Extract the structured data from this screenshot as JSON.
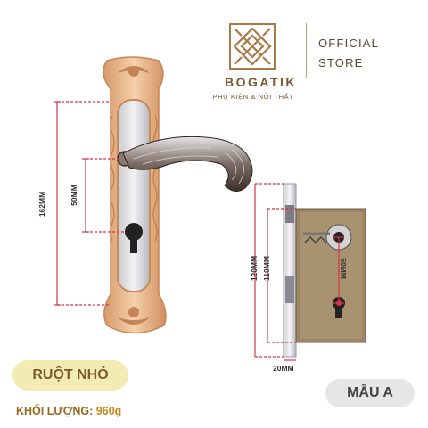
{
  "brand": {
    "name": "BOGATIK",
    "tagline": "PHỤ KIỆN & NỘI THẤT",
    "official_line1": "OFFICIAL",
    "official_line2": "STORE"
  },
  "dimensions": {
    "handle_total": "162MM",
    "handle_spacing": "50MM",
    "lock_height_outer": "120MM",
    "lock_height_inner": "110MM",
    "lock_backset": "50MM",
    "lock_faceplate_width": "20MM"
  },
  "badges": {
    "core_type": "RUỘT NHỎ",
    "model": "MẪU A"
  },
  "weight": {
    "label": "KHỐI LƯỢNG:",
    "value": "960g"
  },
  "colors": {
    "brand": "#7a5a2c",
    "gold": "#e8b98a",
    "dimension_line": "#d4354b",
    "pill_yellow": "#f2ecb4"
  }
}
